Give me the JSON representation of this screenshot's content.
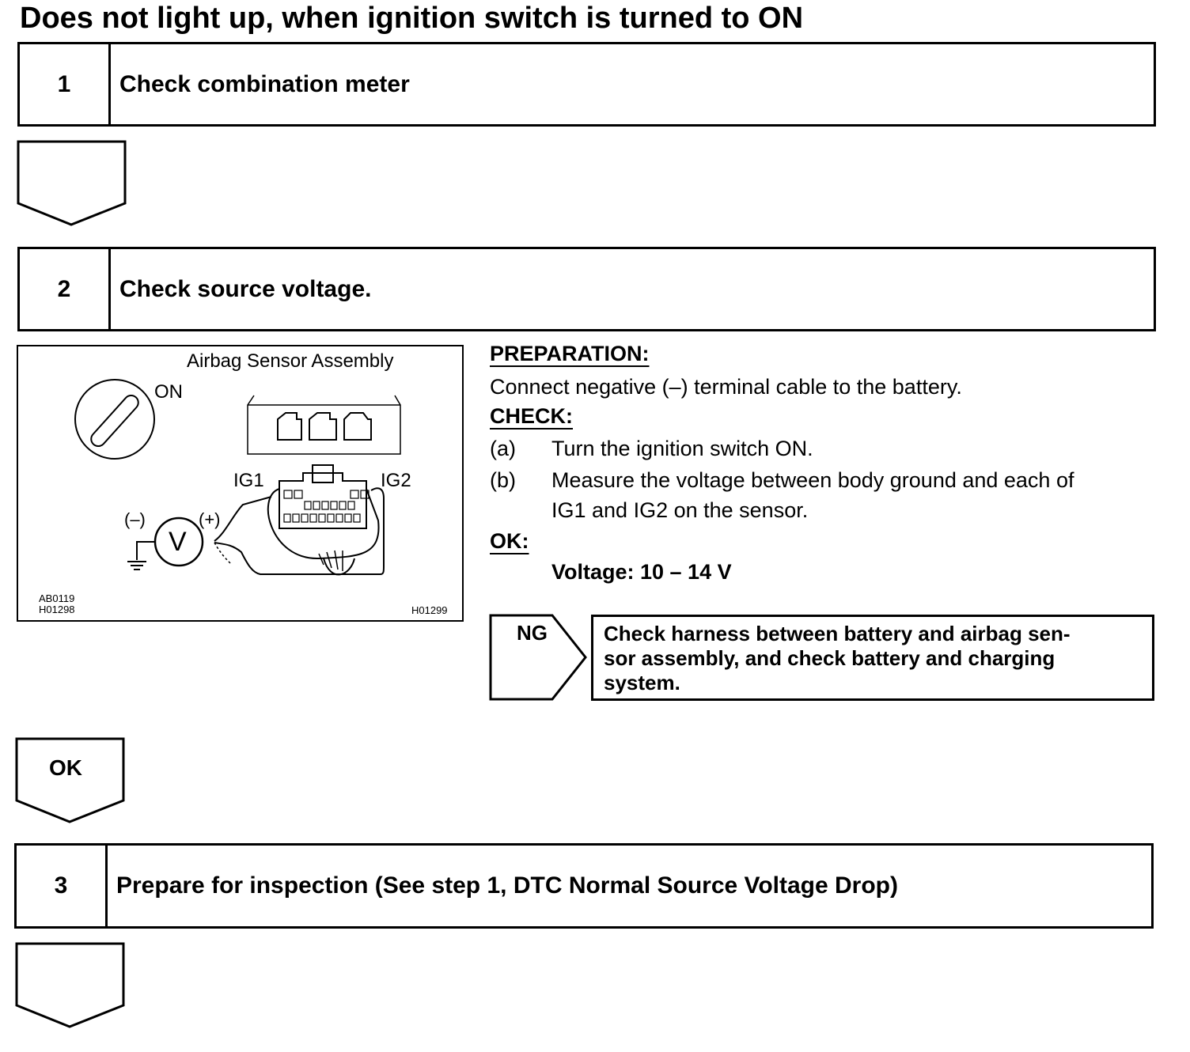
{
  "page_title": "Does not light up, when ignition switch is turned to ON",
  "steps": [
    {
      "number": "1",
      "text": "Check combination meter"
    },
    {
      "number": "2",
      "text": "Check source voltage."
    },
    {
      "number": "3",
      "text": "Prepare for inspection (See step 1, DTC Normal Source Voltage Drop)"
    }
  ],
  "figure": {
    "title": "Airbag Sensor Assembly",
    "on_label": "ON",
    "ig1_label": "IG1",
    "ig2_label": "IG2",
    "minus_label": "(–)",
    "plus_label": "(+)",
    "meter_label": "V",
    "code_left_1": "AB0119",
    "code_left_2": "H01298",
    "code_right": "H01299"
  },
  "procedure": {
    "preparation_heading": "PREPARATION:",
    "preparation_text": "Connect negative (–) terminal cable to the battery.",
    "check_heading": "CHECK:",
    "check_a_marker": "(a)",
    "check_a_text": "Turn the ignition switch ON.",
    "check_b_marker": "(b)",
    "check_b_line1": "Measure the voltage between body ground and each of",
    "check_b_line2": "IG1 and IG2 on the sensor.",
    "ok_heading": "OK:",
    "ok_value": "Voltage: 10 – 14 V"
  },
  "ng_branch": {
    "label": "NG",
    "line1": "Check harness between battery and airbag sen-",
    "line2": "sor assembly, and check battery and charging",
    "line3": "system."
  },
  "ok_arrow_label": "OK"
}
